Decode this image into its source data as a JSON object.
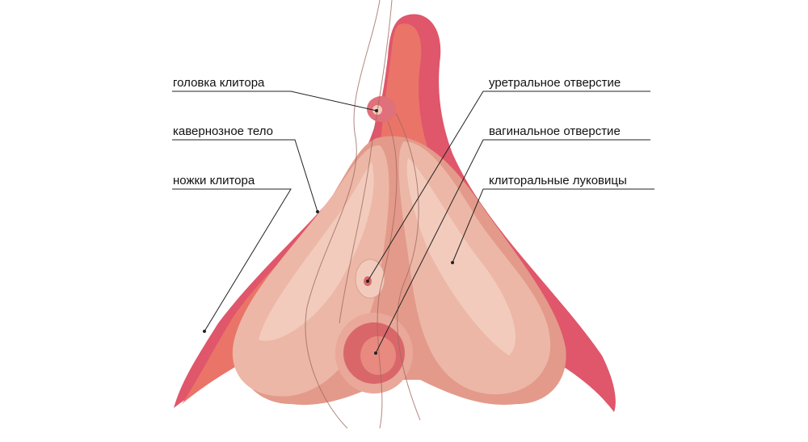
{
  "diagram": {
    "labels_left": [
      {
        "id": "glans",
        "text": "головка клитора"
      },
      {
        "id": "body",
        "text": "кавернозное тело"
      },
      {
        "id": "crura",
        "text": "ножки клитора"
      }
    ],
    "labels_right": [
      {
        "id": "urethral",
        "text": "уретральное отверстие"
      },
      {
        "id": "vaginal",
        "text": "вагинальное отверстие"
      },
      {
        "id": "bulbs",
        "text": "клиторальные луковицы"
      }
    ],
    "colors": {
      "outer": "#e0566a",
      "outer_light": "#ea7468",
      "inner": "#e39a8a",
      "bulb": "#ecb7a6",
      "bulb_light": "#f2cbbd",
      "opening": "#d9676a"
    }
  }
}
